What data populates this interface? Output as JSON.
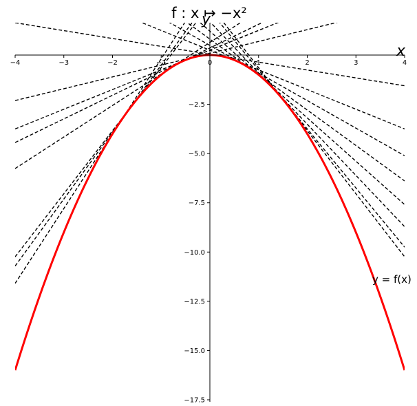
{
  "chart_data": {
    "type": "line",
    "title": "f : x ↦ −x²",
    "xlabel": "x",
    "ylabel": "y",
    "curve_label": "y = f(x)",
    "xlim": [
      -4,
      4
    ],
    "ylim": [
      -17.5,
      1.6
    ],
    "xticks": [
      -4,
      -3,
      -2,
      -1,
      0,
      1,
      2,
      3,
      4
    ],
    "xtick_labels": [
      "−4",
      "−3",
      "−2",
      "−1",
      "0",
      "1",
      "2",
      "3",
      "4"
    ],
    "yticks": [
      -2.5,
      -5.0,
      -7.5,
      -10.0,
      -12.5,
      -15.0,
      -17.5
    ],
    "ytick_labels": [
      "−2.5",
      "−5.0",
      "−7.5",
      "−10.0",
      "−12.5",
      "−15.0",
      "−17.5"
    ],
    "grid": false,
    "function": "-x^2",
    "series": [
      {
        "values_note": "",
        "x": [
          -4,
          -3.5,
          -3,
          -2.5,
          -2,
          -1.5,
          -1,
          -0.5,
          0,
          0.5,
          1,
          1.5,
          2,
          2.5,
          3,
          3.5,
          4
        ],
        "y": [
          -16,
          -12.25,
          -9,
          -6.25,
          -4,
          -2.25,
          -1,
          -0.25,
          0,
          -0.25,
          -1,
          -2.25,
          -4,
          -6.25,
          -9,
          -12.25,
          -16
        ],
        "color": "#ff0000"
      }
    ],
    "tangent_points": [
      -1.9,
      -1.7,
      -1.6,
      -0.3,
      -0.5,
      -0.6,
      -0.8,
      0.2,
      0.5,
      0.7,
      0.9,
      1.1,
      1.3,
      1.5,
      1.6
    ],
    "tangent_color": "#000000",
    "tangent_style": "dashed"
  }
}
